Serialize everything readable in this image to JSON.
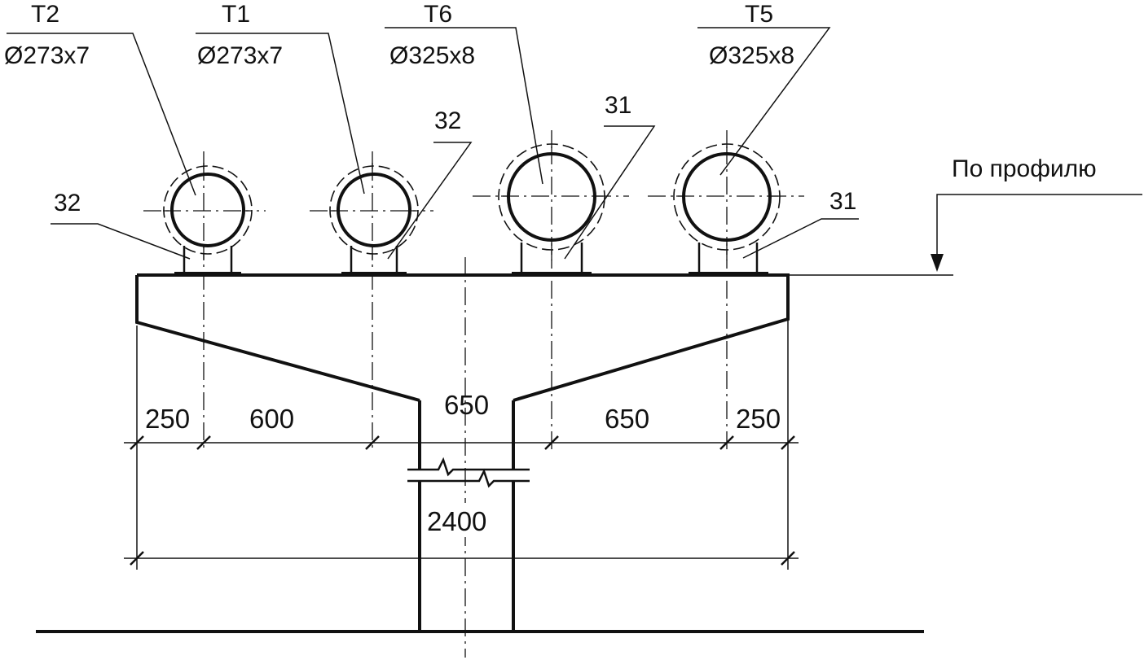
{
  "pipes": [
    {
      "tag": "T2",
      "size": "Ø273x7"
    },
    {
      "tag": "T1",
      "size": "Ø273x7"
    },
    {
      "tag": "T6",
      "size": "Ø325x8"
    },
    {
      "tag": "T5",
      "size": "Ø325x8"
    }
  ],
  "support_labels": {
    "left_32": "32",
    "mid_32": "32",
    "mid_31": "31",
    "right_31": "31"
  },
  "profile_label": "По профилю",
  "dimensions": {
    "d_250_left": "250",
    "d_600": "600",
    "d_650_mid": "650",
    "d_650_right": "650",
    "d_250_right": "250",
    "d_2400": "2400"
  }
}
